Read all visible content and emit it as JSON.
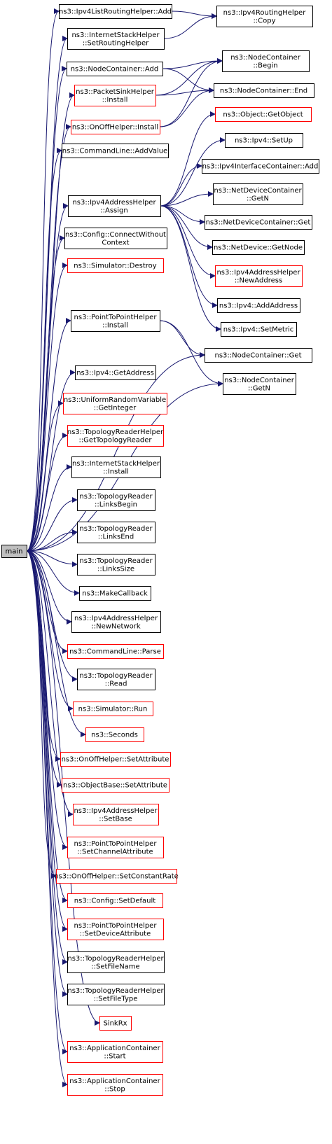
{
  "graph": {
    "edge_color": "#191970",
    "link_border_color": "#000000",
    "undocumented_border_color": "#ff0000",
    "root_fill": "#bfbfbf",
    "nodes": [
      {
        "id": "main",
        "lines": [
          "main"
        ],
        "style": "root"
      },
      {
        "id": "ipv4list_add",
        "lines": [
          "ns3::Ipv4ListRoutingHelper::Add"
        ],
        "style": "link"
      },
      {
        "id": "ipv4routing_copy",
        "lines": [
          "ns3::Ipv4RoutingHelper",
          "::Copy"
        ],
        "style": "link"
      },
      {
        "id": "inet_setrouting",
        "lines": [
          "ns3::InternetStackHelper",
          "::SetRoutingHelper"
        ],
        "style": "link"
      },
      {
        "id": "nc_add",
        "lines": [
          "ns3::NodeContainer::Add"
        ],
        "style": "link"
      },
      {
        "id": "nc_begin",
        "lines": [
          "ns3::NodeContainer",
          "::Begin"
        ],
        "style": "link"
      },
      {
        "id": "psh_install",
        "lines": [
          "ns3::PacketSinkHelper",
          "::Install"
        ],
        "style": "undoc"
      },
      {
        "id": "nc_end",
        "lines": [
          "ns3::NodeContainer::End"
        ],
        "style": "link"
      },
      {
        "id": "onoff_install",
        "lines": [
          "ns3::OnOffHelper::Install"
        ],
        "style": "undoc"
      },
      {
        "id": "obj_getobject",
        "lines": [
          "ns3::Object::GetObject"
        ],
        "style": "undoc"
      },
      {
        "id": "cmd_addvalue",
        "lines": [
          "ns3::CommandLine::AddValue"
        ],
        "style": "link"
      },
      {
        "id": "ipv4_setup",
        "lines": [
          "ns3::Ipv4::SetUp"
        ],
        "style": "link"
      },
      {
        "id": "ipv4ic_add",
        "lines": [
          "ns3::Ipv4InterfaceContainer::Add"
        ],
        "style": "link"
      },
      {
        "id": "ipv4ah_assign",
        "lines": [
          "ns3::Ipv4AddressHelper",
          "::Assign"
        ],
        "style": "link"
      },
      {
        "id": "ndc_getn",
        "lines": [
          "ns3::NetDeviceContainer",
          "::GetN"
        ],
        "style": "link"
      },
      {
        "id": "ndc_get",
        "lines": [
          "ns3::NetDeviceContainer::Get"
        ],
        "style": "link"
      },
      {
        "id": "cfg_connect",
        "lines": [
          "ns3::Config::ConnectWithout",
          "Context"
        ],
        "style": "link"
      },
      {
        "id": "nd_getnode",
        "lines": [
          "ns3::NetDevice::GetNode"
        ],
        "style": "link"
      },
      {
        "id": "sim_destroy",
        "lines": [
          "ns3::Simulator::Destroy"
        ],
        "style": "undoc"
      },
      {
        "id": "ipv4ah_newaddr",
        "lines": [
          "ns3::Ipv4AddressHelper",
          "::NewAddress"
        ],
        "style": "undoc"
      },
      {
        "id": "ipv4_addaddress",
        "lines": [
          "ns3::Ipv4::AddAddress"
        ],
        "style": "link"
      },
      {
        "id": "p2p_install",
        "lines": [
          "ns3::PointToPointHelper",
          "::Install"
        ],
        "style": "link"
      },
      {
        "id": "ipv4_setmetric",
        "lines": [
          "ns3::Ipv4::SetMetric"
        ],
        "style": "link"
      },
      {
        "id": "nc_get",
        "lines": [
          "ns3::NodeContainer::Get"
        ],
        "style": "link"
      },
      {
        "id": "nc_getn",
        "lines": [
          "ns3::NodeContainer",
          "::GetN"
        ],
        "style": "link"
      },
      {
        "id": "ipv4_getaddress",
        "lines": [
          "ns3::Ipv4::GetAddress"
        ],
        "style": "link"
      },
      {
        "id": "urv_getint",
        "lines": [
          "ns3::UniformRandomVariable",
          "::GetInteger"
        ],
        "style": "undoc"
      },
      {
        "id": "trh_gettopo",
        "lines": [
          "ns3::TopologyReaderHelper",
          "::GetTopologyReader"
        ],
        "style": "undoc"
      },
      {
        "id": "inet_install",
        "lines": [
          "ns3::InternetStackHelper",
          "::Install"
        ],
        "style": "link"
      },
      {
        "id": "tr_linksbegin",
        "lines": [
          "ns3::TopologyReader",
          "::LinksBegin"
        ],
        "style": "link"
      },
      {
        "id": "tr_linksend",
        "lines": [
          "ns3::TopologyReader",
          "::LinksEnd"
        ],
        "style": "link"
      },
      {
        "id": "tr_linkssize",
        "lines": [
          "ns3::TopologyReader",
          "::LinksSize"
        ],
        "style": "link"
      },
      {
        "id": "makecallback",
        "lines": [
          "ns3::MakeCallback"
        ],
        "style": "link"
      },
      {
        "id": "ipv4ah_newnet",
        "lines": [
          "ns3::Ipv4AddressHelper",
          "::NewNetwork"
        ],
        "style": "link"
      },
      {
        "id": "cmd_parse",
        "lines": [
          "ns3::CommandLine::Parse"
        ],
        "style": "undoc"
      },
      {
        "id": "tr_read",
        "lines": [
          "ns3::TopologyReader",
          "::Read"
        ],
        "style": "link"
      },
      {
        "id": "sim_run",
        "lines": [
          "ns3::Simulator::Run"
        ],
        "style": "undoc"
      },
      {
        "id": "seconds",
        "lines": [
          "ns3::Seconds"
        ],
        "style": "undoc"
      },
      {
        "id": "onoff_setattr",
        "lines": [
          "ns3::OnOffHelper::SetAttribute"
        ],
        "style": "undoc"
      },
      {
        "id": "objbase_setattr",
        "lines": [
          "ns3::ObjectBase::SetAttribute"
        ],
        "style": "undoc"
      },
      {
        "id": "ipv4ah_setbase",
        "lines": [
          "ns3::Ipv4AddressHelper",
          "::SetBase"
        ],
        "style": "undoc"
      },
      {
        "id": "p2p_setchattr",
        "lines": [
          "ns3::PointToPointHelper",
          "::SetChannelAttribute"
        ],
        "style": "undoc"
      },
      {
        "id": "onoff_setconst",
        "lines": [
          "ns3::OnOffHelper::SetConstantRate"
        ],
        "style": "undoc"
      },
      {
        "id": "cfg_setdefault",
        "lines": [
          "ns3::Config::SetDefault"
        ],
        "style": "undoc"
      },
      {
        "id": "p2p_setdevattr",
        "lines": [
          "ns3::PointToPointHelper",
          "::SetDeviceAttribute"
        ],
        "style": "undoc"
      },
      {
        "id": "trh_setfilename",
        "lines": [
          "ns3::TopologyReaderHelper",
          "::SetFileName"
        ],
        "style": "link"
      },
      {
        "id": "trh_setfiletype",
        "lines": [
          "ns3::TopologyReaderHelper",
          "::SetFileType"
        ],
        "style": "link"
      },
      {
        "id": "sinkrx",
        "lines": [
          "SinkRx"
        ],
        "style": "undoc"
      },
      {
        "id": "ac_start",
        "lines": [
          "ns3::ApplicationContainer",
          "::Start"
        ],
        "style": "undoc"
      },
      {
        "id": "ac_stop",
        "lines": [
          "ns3::ApplicationContainer",
          "::Stop"
        ],
        "style": "undoc"
      }
    ],
    "edges": [
      [
        "main",
        "ipv4list_add"
      ],
      [
        "main",
        "inet_setrouting"
      ],
      [
        "main",
        "nc_add"
      ],
      [
        "main",
        "psh_install"
      ],
      [
        "main",
        "onoff_install"
      ],
      [
        "main",
        "cmd_addvalue"
      ],
      [
        "main",
        "ipv4ah_assign"
      ],
      [
        "main",
        "cfg_connect"
      ],
      [
        "main",
        "sim_destroy"
      ],
      [
        "main",
        "p2p_install"
      ],
      [
        "main",
        "nc_get"
      ],
      [
        "main",
        "nc_getn"
      ],
      [
        "main",
        "ipv4_getaddress"
      ],
      [
        "main",
        "urv_getint"
      ],
      [
        "main",
        "trh_gettopo"
      ],
      [
        "main",
        "inet_install"
      ],
      [
        "main",
        "tr_linksbegin"
      ],
      [
        "main",
        "tr_linksend"
      ],
      [
        "main",
        "tr_linkssize"
      ],
      [
        "main",
        "makecallback"
      ],
      [
        "main",
        "ipv4ah_newnet"
      ],
      [
        "main",
        "cmd_parse"
      ],
      [
        "main",
        "tr_read"
      ],
      [
        "main",
        "sim_run"
      ],
      [
        "main",
        "seconds"
      ],
      [
        "main",
        "onoff_setattr"
      ],
      [
        "main",
        "objbase_setattr"
      ],
      [
        "main",
        "ipv4ah_setbase"
      ],
      [
        "main",
        "p2p_setchattr"
      ],
      [
        "main",
        "onoff_setconst"
      ],
      [
        "main",
        "cfg_setdefault"
      ],
      [
        "main",
        "p2p_setdevattr"
      ],
      [
        "main",
        "trh_setfilename"
      ],
      [
        "main",
        "trh_setfiletype"
      ],
      [
        "main",
        "sinkrx"
      ],
      [
        "main",
        "ac_start"
      ],
      [
        "main",
        "ac_stop"
      ],
      [
        "ipv4list_add",
        "ipv4routing_copy"
      ],
      [
        "inet_setrouting",
        "ipv4routing_copy"
      ],
      [
        "nc_add",
        "nc_begin"
      ],
      [
        "nc_add",
        "nc_end"
      ],
      [
        "psh_install",
        "nc_begin"
      ],
      [
        "psh_install",
        "nc_end"
      ],
      [
        "onoff_install",
        "nc_begin"
      ],
      [
        "onoff_install",
        "nc_end"
      ],
      [
        "ipv4ah_assign",
        "obj_getobject"
      ],
      [
        "ipv4ah_assign",
        "ipv4_setup"
      ],
      [
        "ipv4ah_assign",
        "ipv4ic_add"
      ],
      [
        "ipv4ah_assign",
        "ndc_getn"
      ],
      [
        "ipv4ah_assign",
        "ndc_get"
      ],
      [
        "ipv4ah_assign",
        "nd_getnode"
      ],
      [
        "ipv4ah_assign",
        "ipv4ah_newaddr"
      ],
      [
        "ipv4ah_assign",
        "ipv4_addaddress"
      ],
      [
        "ipv4ah_assign",
        "ipv4_setmetric"
      ],
      [
        "p2p_install",
        "nc_get"
      ],
      [
        "p2p_install",
        "nc_getn"
      ]
    ]
  }
}
